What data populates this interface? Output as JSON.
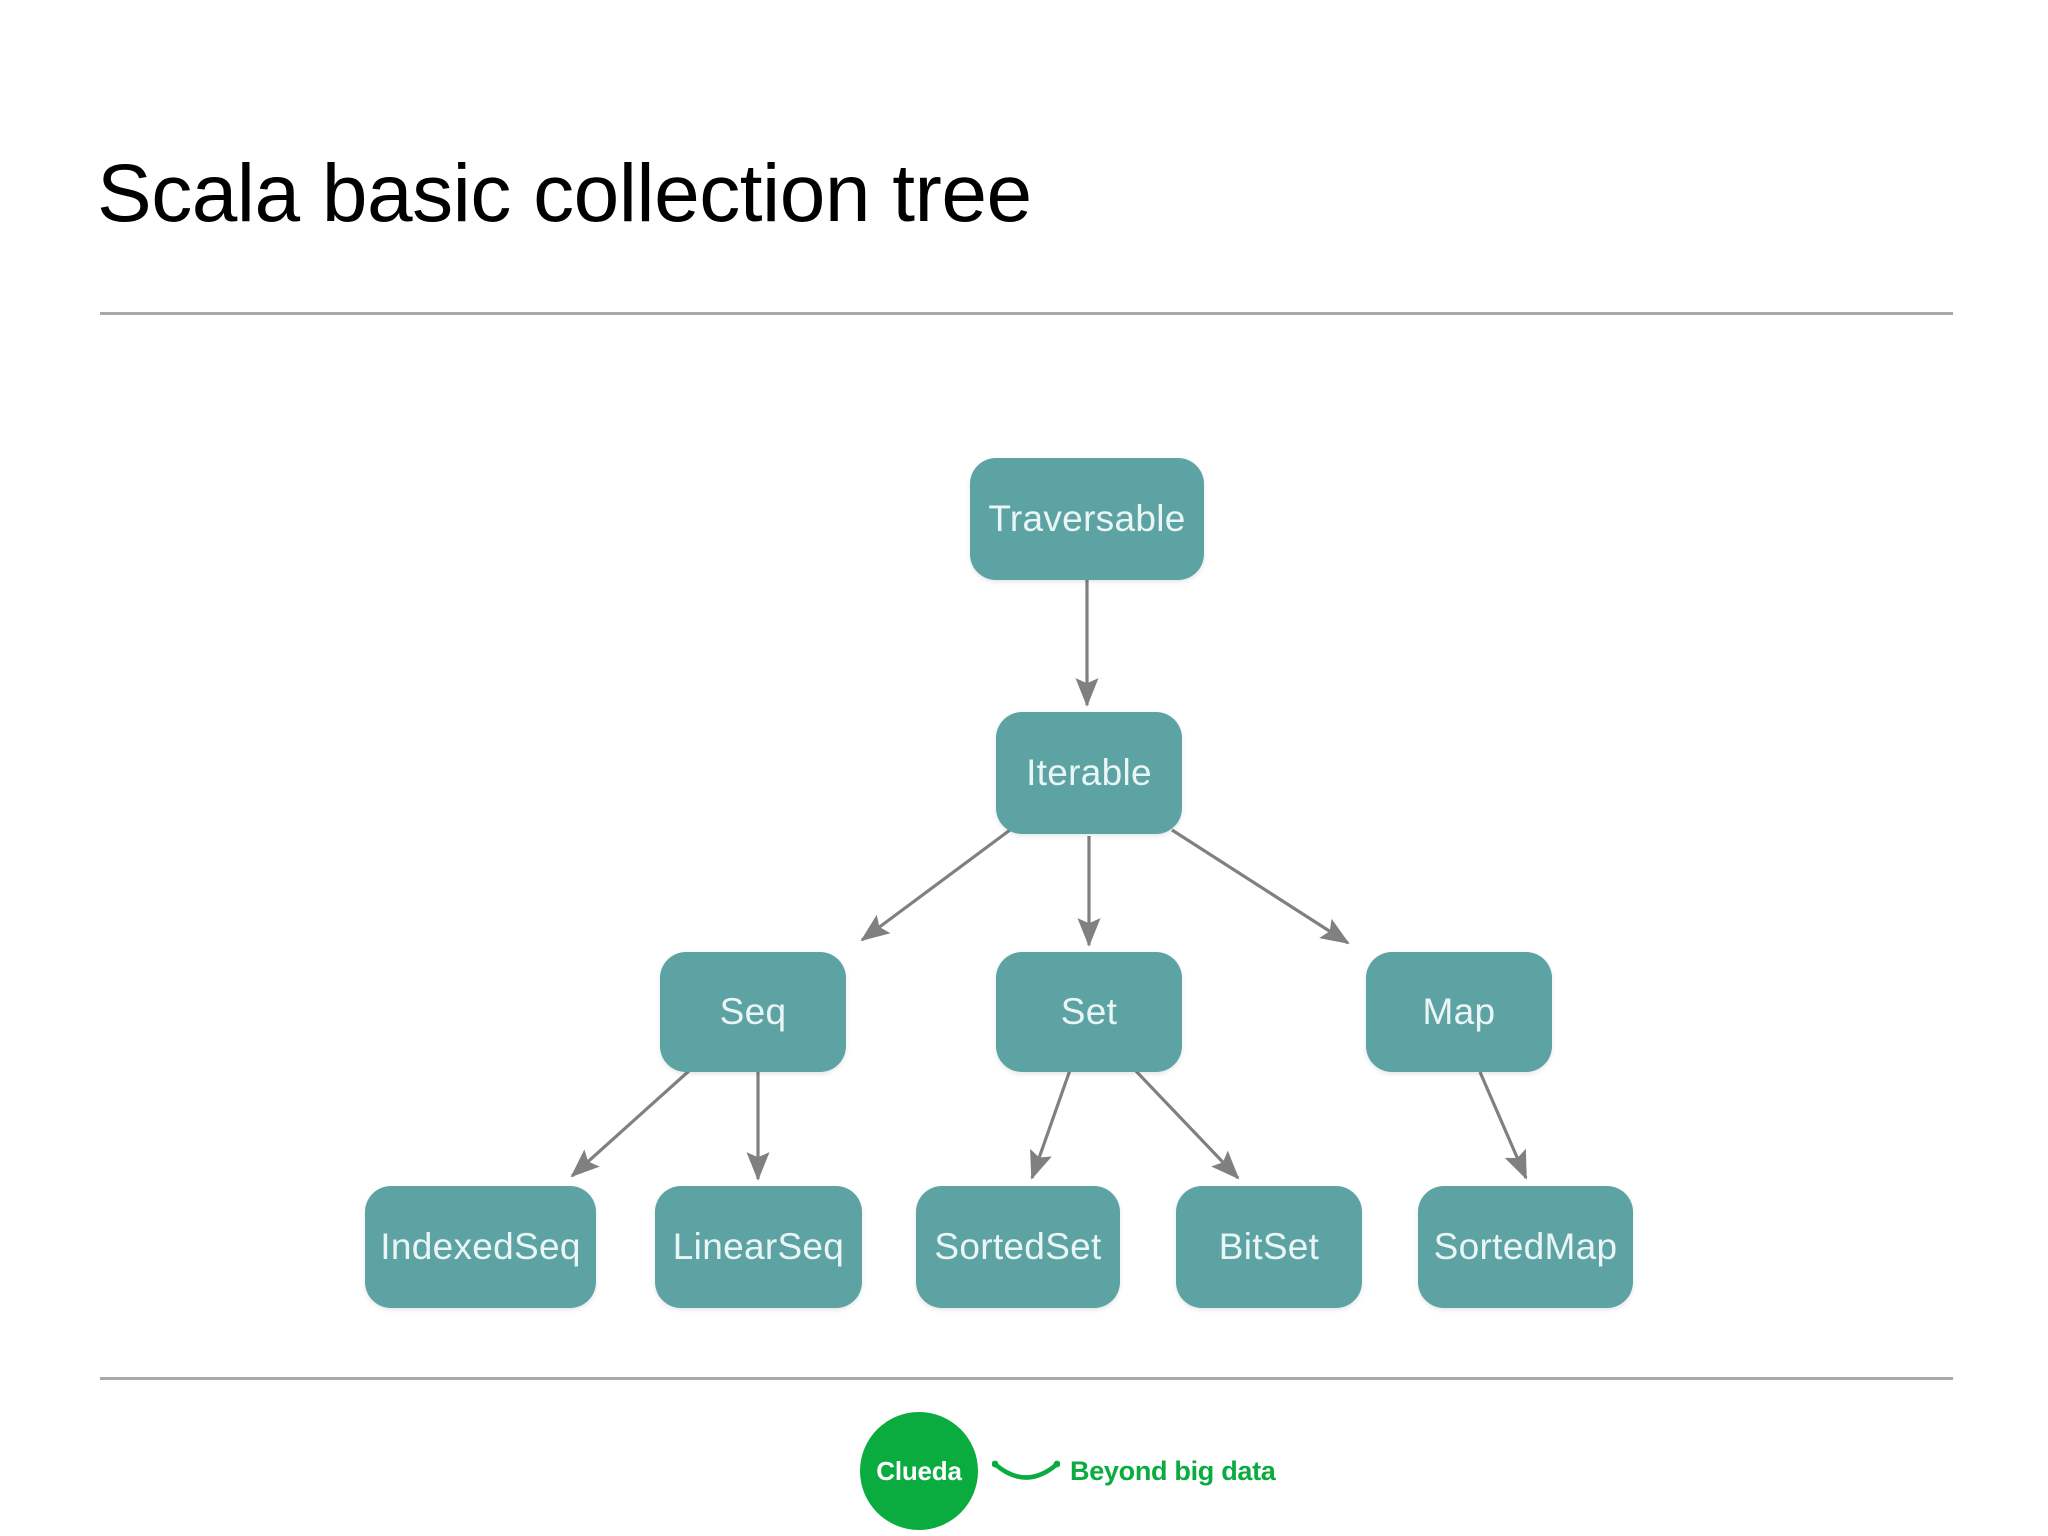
{
  "slide": {
    "title": "Scala basic collection tree",
    "background_color": "#ffffff",
    "rule_color": "#a9a9ad"
  },
  "diagram": {
    "type": "tree",
    "node_fill": "#5ea3a3",
    "node_text_color": "#eaf6f6",
    "edge_color": "#808080",
    "nodes": [
      {
        "id": "traversable",
        "label": "Traversable",
        "level": 1
      },
      {
        "id": "iterable",
        "label": "Iterable",
        "level": 2
      },
      {
        "id": "seq",
        "label": "Seq",
        "level": 3
      },
      {
        "id": "set",
        "label": "Set",
        "level": 3
      },
      {
        "id": "map",
        "label": "Map",
        "level": 3
      },
      {
        "id": "indexedseq",
        "label": "IndexedSeq",
        "level": 4
      },
      {
        "id": "linearseq",
        "label": "LinearSeq",
        "level": 4
      },
      {
        "id": "sortedset",
        "label": "SortedSet",
        "level": 4
      },
      {
        "id": "bitset",
        "label": "BitSet",
        "level": 4
      },
      {
        "id": "sortedmap",
        "label": "SortedMap",
        "level": 4
      }
    ],
    "edges": [
      {
        "from": "traversable",
        "to": "iterable"
      },
      {
        "from": "iterable",
        "to": "seq"
      },
      {
        "from": "iterable",
        "to": "set"
      },
      {
        "from": "iterable",
        "to": "map"
      },
      {
        "from": "seq",
        "to": "indexedseq"
      },
      {
        "from": "seq",
        "to": "linearseq"
      },
      {
        "from": "set",
        "to": "sortedset"
      },
      {
        "from": "set",
        "to": "bitset"
      },
      {
        "from": "map",
        "to": "sortedmap"
      }
    ]
  },
  "footer": {
    "logo_name": "Clueda",
    "tagline": "Beyond big data",
    "brand_color": "#0aab3f"
  }
}
